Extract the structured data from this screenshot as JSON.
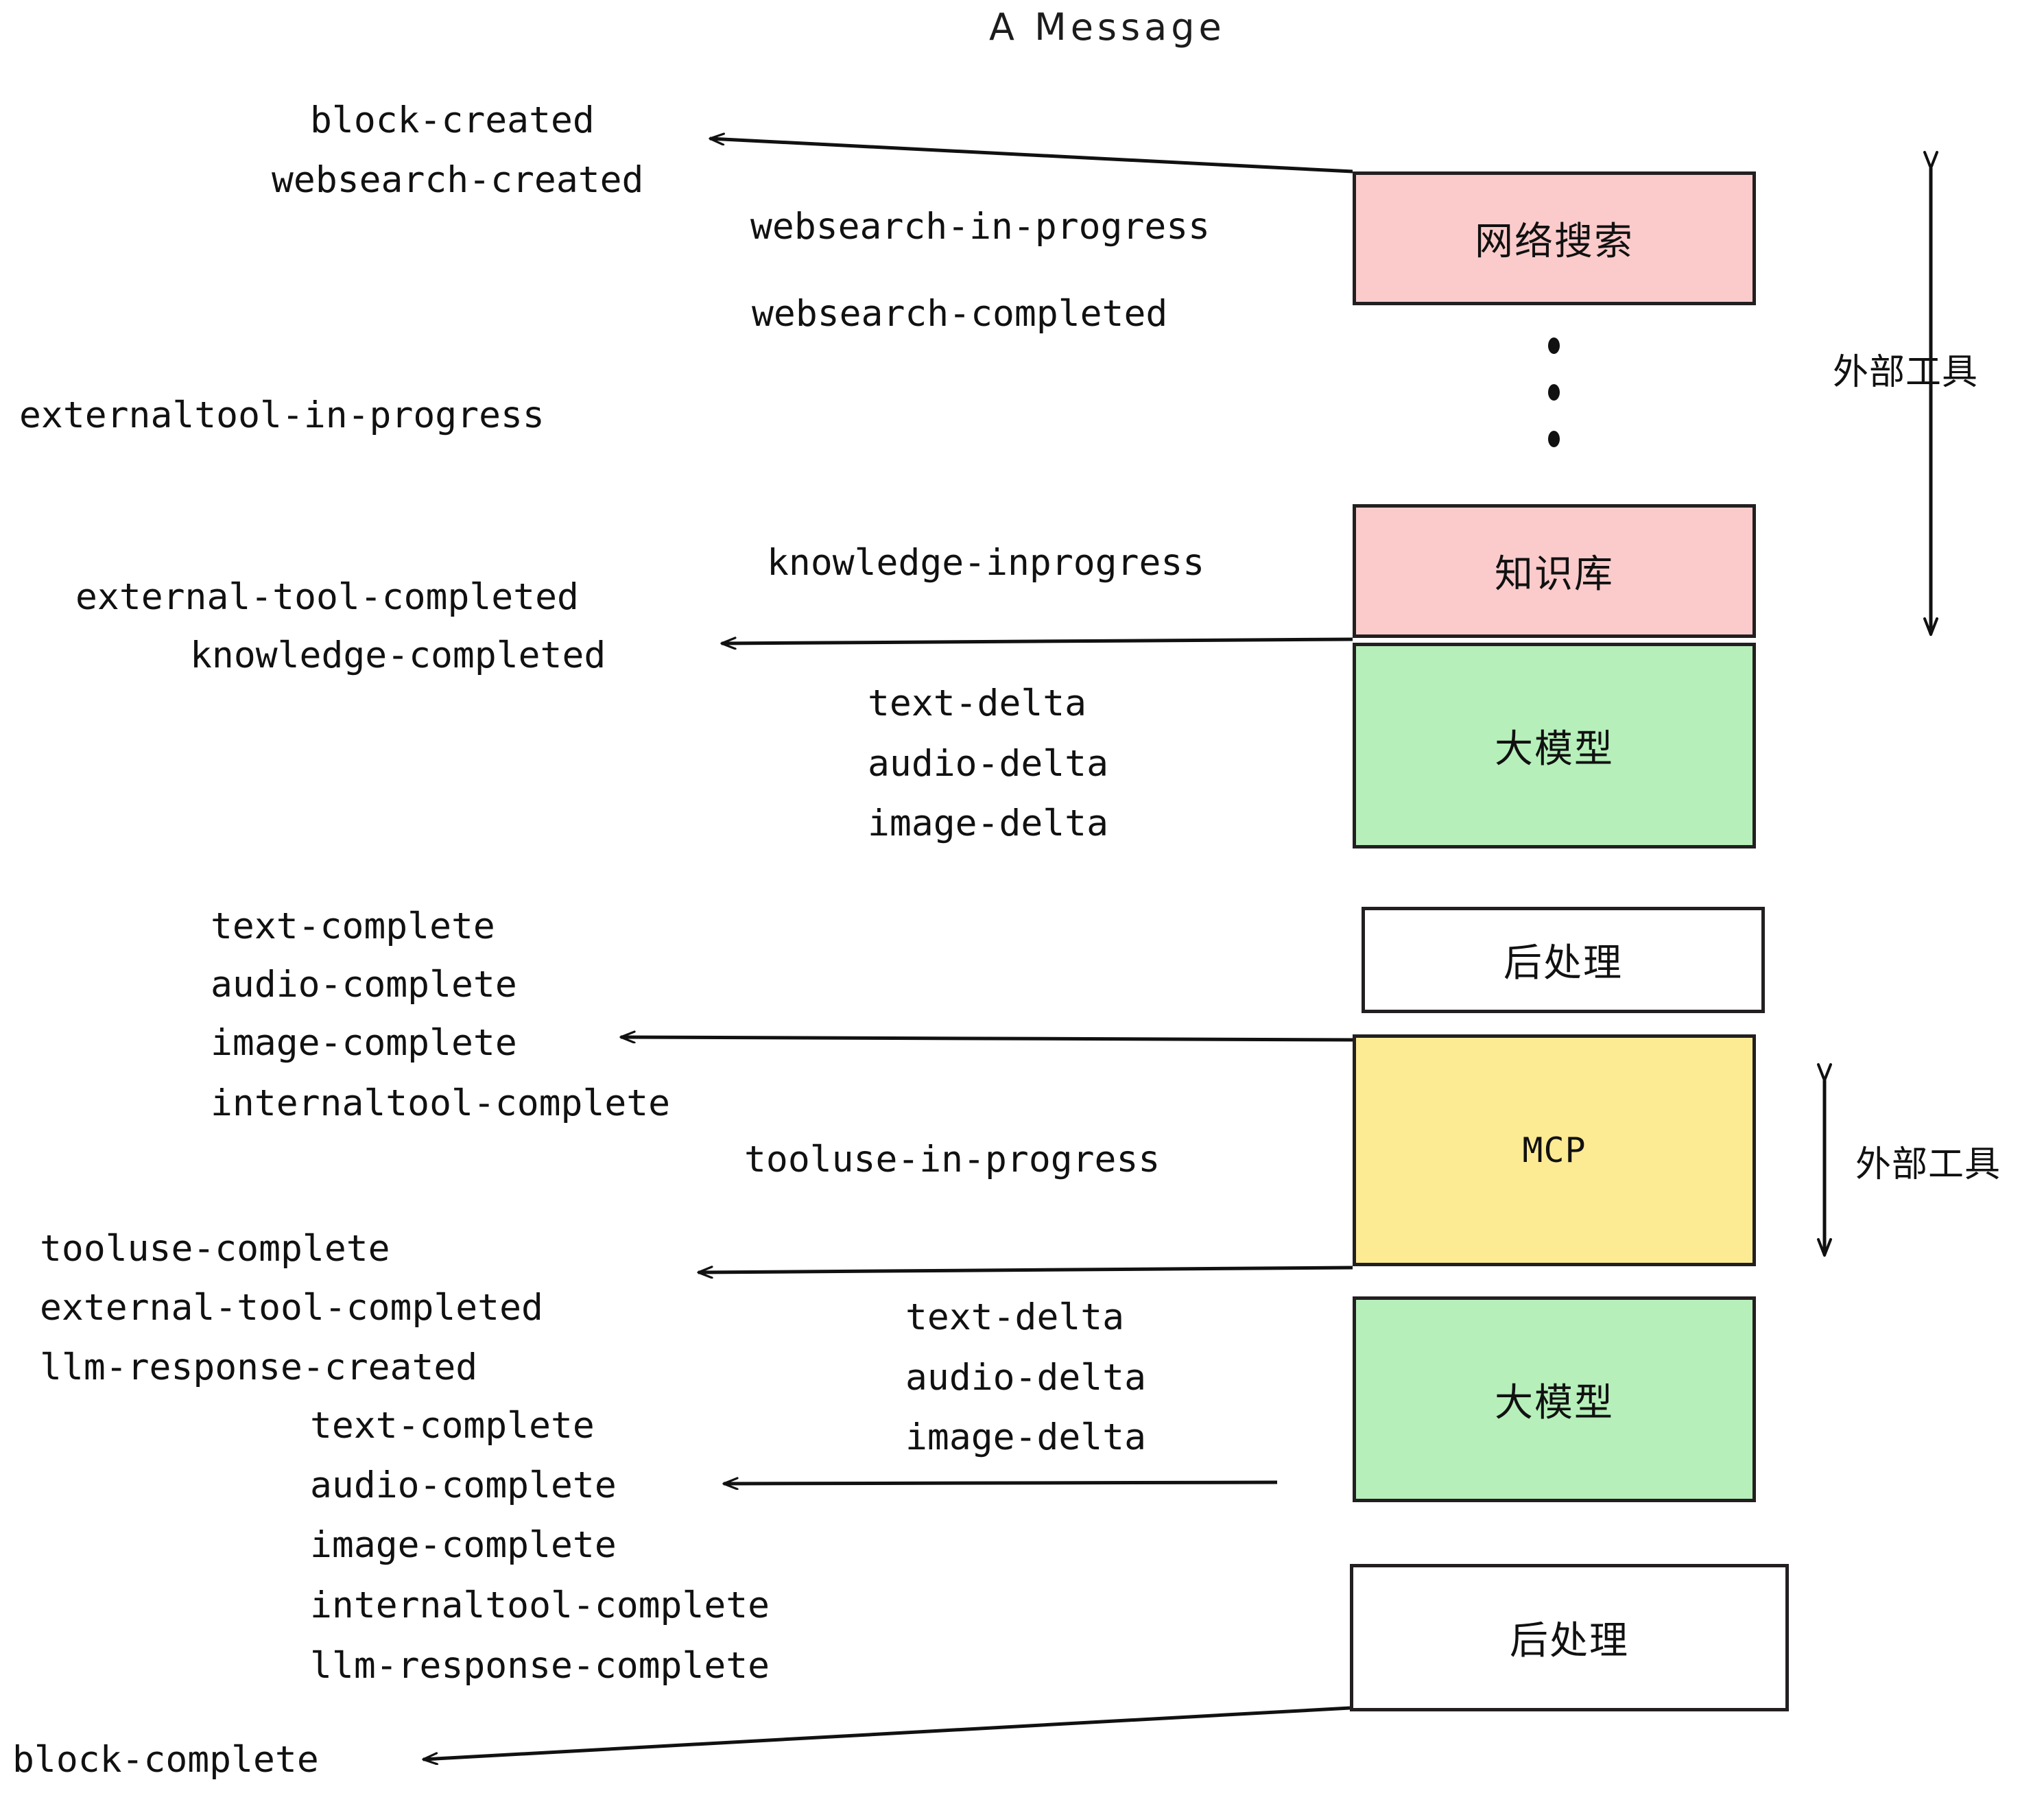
{
  "diagram": {
    "title": "A Message",
    "boxes": [
      {
        "id": "websearch",
        "label": "网络搜索",
        "color": "#fbcbcb",
        "mono": false
      },
      {
        "id": "knowledge",
        "label": "知识库",
        "color": "#fbcbcb",
        "mono": false
      },
      {
        "id": "llm-top",
        "label": "大模型",
        "color": "#b6efba",
        "mono": false
      },
      {
        "id": "post-top",
        "label": "后处理",
        "color": "#ffffff",
        "mono": false
      },
      {
        "id": "mcp",
        "label": "MCP",
        "color": "#fdeb94",
        "mono": true
      },
      {
        "id": "llm-bottom",
        "label": "大模型",
        "color": "#b6efba",
        "mono": false
      },
      {
        "id": "post-bottom",
        "label": "后处理",
        "color": "#ffffff",
        "mono": false
      }
    ],
    "side_labels": [
      {
        "id": "external-tool-top",
        "text": "外部工具"
      },
      {
        "id": "external-tool-bottom",
        "text": "外部工具"
      }
    ],
    "events": [
      {
        "id": "block-created",
        "text": "block-created"
      },
      {
        "id": "websearch-created",
        "text": "websearch-created"
      },
      {
        "id": "websearch-in-progress",
        "text": "websearch-in-progress"
      },
      {
        "id": "websearch-completed",
        "text": "websearch-completed"
      },
      {
        "id": "externaltool-in-progress",
        "text": "externaltool-in-progress"
      },
      {
        "id": "knowledge-inprogress",
        "text": "knowledge-inprogress"
      },
      {
        "id": "external-tool-completed-1",
        "text": "external-tool-completed"
      },
      {
        "id": "knowledge-completed",
        "text": "knowledge-completed"
      },
      {
        "id": "text-delta-1",
        "text": "text-delta"
      },
      {
        "id": "audio-delta-1",
        "text": "audio-delta"
      },
      {
        "id": "image-delta-1",
        "text": "image-delta"
      },
      {
        "id": "text-complete-1",
        "text": "text-complete"
      },
      {
        "id": "audio-complete-1",
        "text": "audio-complete"
      },
      {
        "id": "image-complete-1",
        "text": "image-complete"
      },
      {
        "id": "internaltool-complete-1",
        "text": "internaltool-complete"
      },
      {
        "id": "tooluse-in-progress",
        "text": "tooluse-in-progress"
      },
      {
        "id": "tooluse-complete",
        "text": "tooluse-complete"
      },
      {
        "id": "external-tool-completed-2",
        "text": "external-tool-completed"
      },
      {
        "id": "llm-response-created",
        "text": "llm-response-created"
      },
      {
        "id": "text-delta-2",
        "text": "text-delta"
      },
      {
        "id": "audio-delta-2",
        "text": "audio-delta"
      },
      {
        "id": "image-delta-2",
        "text": "image-delta"
      },
      {
        "id": "text-complete-2",
        "text": "text-complete"
      },
      {
        "id": "audio-complete-2",
        "text": "audio-complete"
      },
      {
        "id": "image-complete-2",
        "text": "image-complete"
      },
      {
        "id": "internaltool-complete-2",
        "text": "internaltool-complete"
      },
      {
        "id": "llm-response-complete",
        "text": "llm-response-complete"
      },
      {
        "id": "block-complete",
        "text": "block-complete"
      }
    ],
    "colors": {
      "pink": "#fbcbcb",
      "green": "#b6efba",
      "yellow": "#fdeb94",
      "white": "#ffffff",
      "stroke": "#231f20",
      "text": "#111111"
    }
  }
}
